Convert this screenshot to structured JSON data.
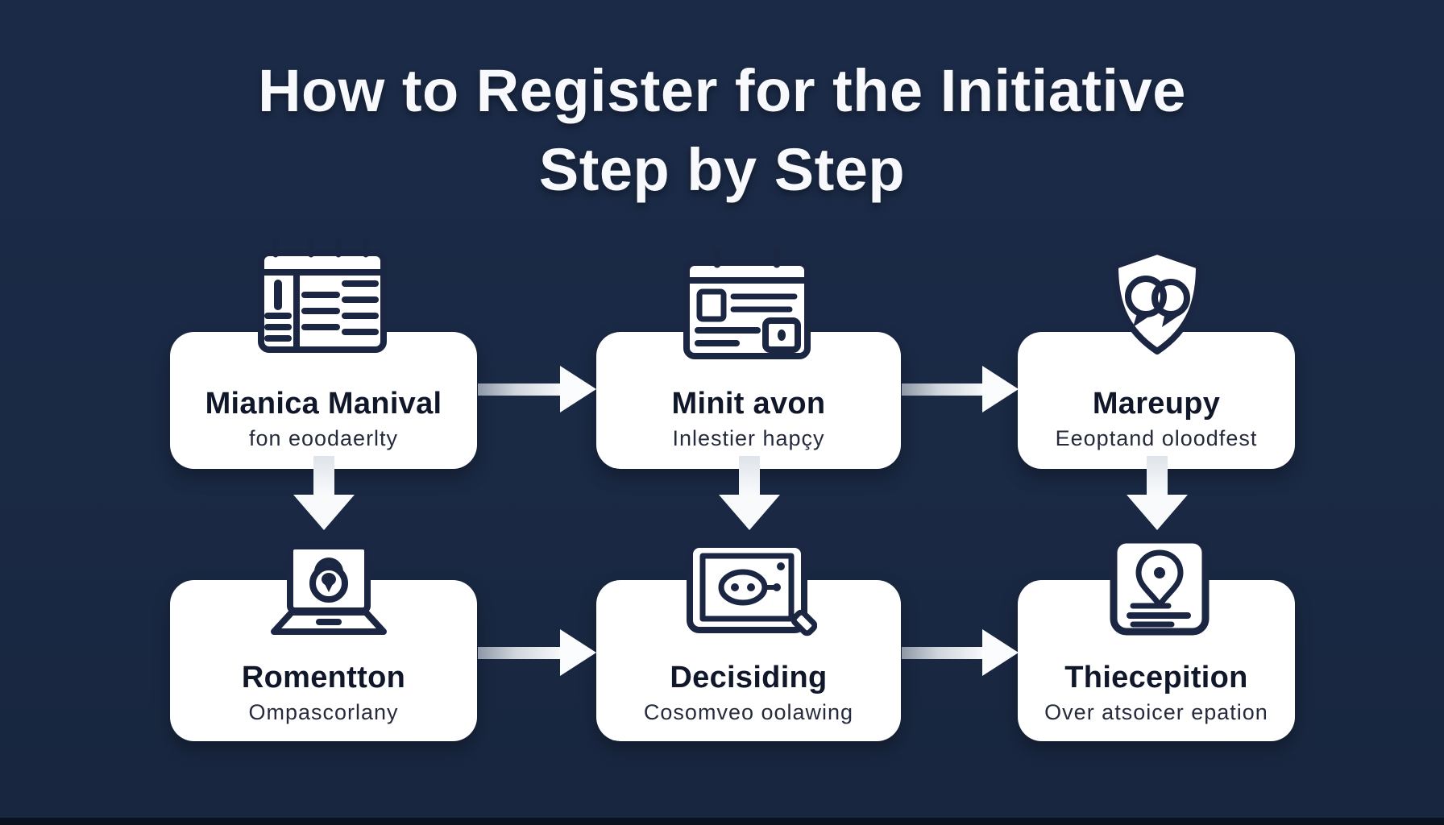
{
  "page": {
    "title_line1": "How to Register for the Initiative",
    "title_line2": "Step by Step"
  },
  "colors": {
    "background": "#1a2944",
    "card": "#ffffff",
    "icon_stroke": "#1b2642",
    "title_text": "#f7f9fc",
    "card_title": "#10172a",
    "card_subtitle": "#252b3d",
    "arrow": "#f8fafc"
  },
  "steps": [
    {
      "icon": "notepad-calendar-icon",
      "title": "Mianica Manival",
      "subtitle": "fon eoodaerlty"
    },
    {
      "icon": "form-card-icon",
      "title": "Minit avon",
      "subtitle": "Inlestier hapçy"
    },
    {
      "icon": "shield-chat-icon",
      "title": "Mareupy",
      "subtitle": "Eeoptand oloodfest"
    },
    {
      "icon": "laptop-lock-icon",
      "title": "Romentton",
      "subtitle": "Ompascorlany"
    },
    {
      "icon": "tablet-face-icon",
      "title": "Decisiding",
      "subtitle": "Cosomveo oolawing"
    },
    {
      "icon": "location-card-icon",
      "title": "Thiecepition",
      "subtitle": "Over atsoicer epation"
    }
  ],
  "decorations": {
    "flow_arrows": [
      "arrow-right-icon",
      "arrow-right-icon",
      "arrow-down-icon",
      "arrow-down-icon",
      "arrow-down-icon",
      "arrow-right-icon",
      "arrow-right-icon"
    ]
  }
}
